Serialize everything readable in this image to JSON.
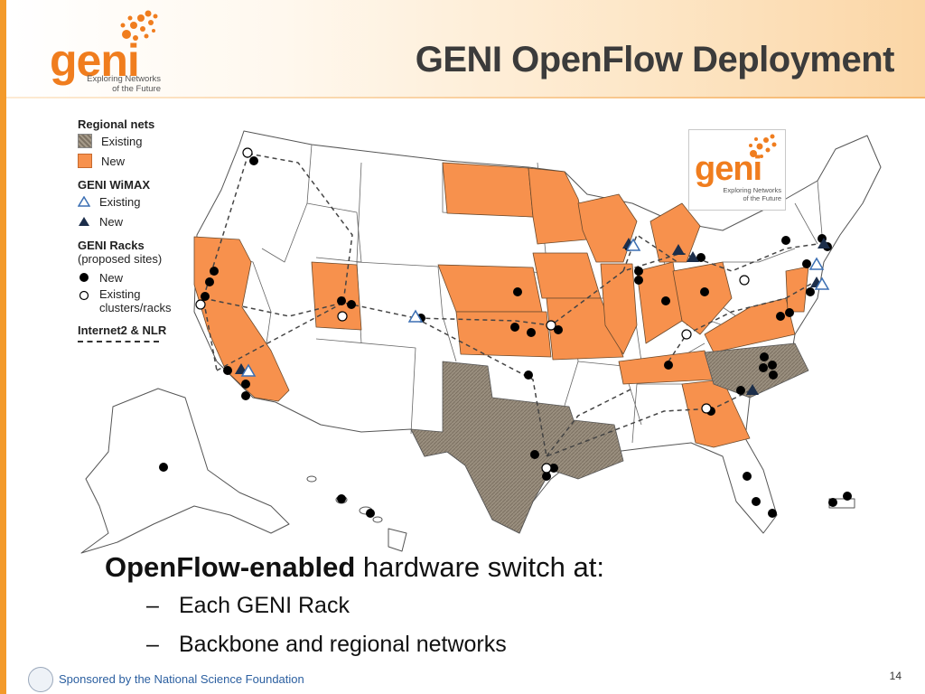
{
  "slide": {
    "title": "GENI OpenFlow Deployment",
    "page_number": "14",
    "footer": "Sponsored by the National Science Foundation"
  },
  "logo": {
    "name": "geni",
    "tagline_1": "Exploring Networks",
    "tagline_2": "of the Future"
  },
  "legend": {
    "regional_heading": "Regional nets",
    "regional_existing": "Existing",
    "regional_new": "New",
    "wimax_heading": "GENI WiMAX",
    "wimax_existing": "Existing",
    "wimax_new": "New",
    "racks_heading": "GENI Racks",
    "racks_sub": "(proposed sites)",
    "racks_new": "New",
    "racks_existing_1": "Existing",
    "racks_existing_2": "clusters/racks",
    "backbone_heading": "Internet2 & NLR"
  },
  "body": {
    "main_bold": "OpenFlow-enabled",
    "main_rest": " hardware switch at:",
    "items": [
      "Each GENI Rack",
      "Backbone and regional networks"
    ]
  },
  "colors": {
    "accent": "#f07d1e",
    "new_region": "#f7914d",
    "existing_region": "#8e8271",
    "title": "#3b3b3b"
  }
}
